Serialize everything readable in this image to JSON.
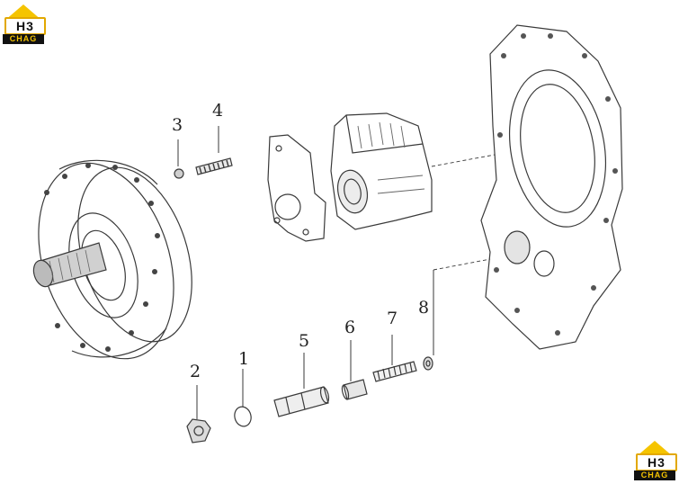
{
  "logo": {
    "mark": "H3",
    "wordmark": "CHAG",
    "accent": "#f5c400"
  },
  "callouts": [
    "1",
    "2",
    "3",
    "4",
    "5",
    "6",
    "7",
    "8"
  ],
  "colors": {
    "ink": "#3a3a3a",
    "shade": "#9a9a9a"
  }
}
